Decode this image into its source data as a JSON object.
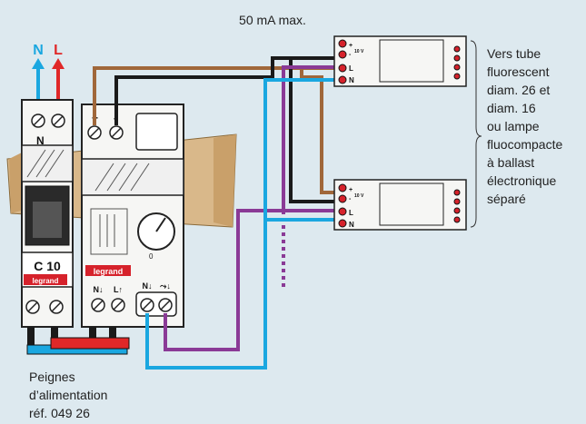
{
  "top_note": "50 mA max.",
  "phase_labels": {
    "neutral": "N",
    "line": "L"
  },
  "breaker": {
    "neutral_mark": "N",
    "rating": "C 10",
    "brand": "legrand"
  },
  "dimmer": {
    "plus": "+",
    "minus": "-",
    "brand": "legrand",
    "dial_mark": "0",
    "terminals": [
      "N↓",
      "L↑",
      "N↓",
      "⤳↓"
    ]
  },
  "ballast": {
    "top_terminal_plus": "+",
    "top_terminal_minus": "-",
    "voltage": "10 V",
    "line_terminal": "L",
    "neutral_terminal": "N"
  },
  "side_note": [
    "Vers tube",
    "fluorescent",
    "diam. 26 et",
    "diam. 16",
    "ou lampe",
    "fluocompacte",
    "à ballast",
    "électronique",
    "séparé"
  ],
  "bottom_note": [
    "Peignes",
    "d’alimentation",
    "réf. 049 26"
  ],
  "colors": {
    "brown": "#a0673a",
    "black": "#1a1a1a",
    "purple": "#8a3a96",
    "blue": "#1aa7e0",
    "red": "#e02828",
    "background": "#dde9ef",
    "carton": "#d9b88a",
    "device": "#f6f6f4",
    "brand_red": "#d6222b"
  }
}
